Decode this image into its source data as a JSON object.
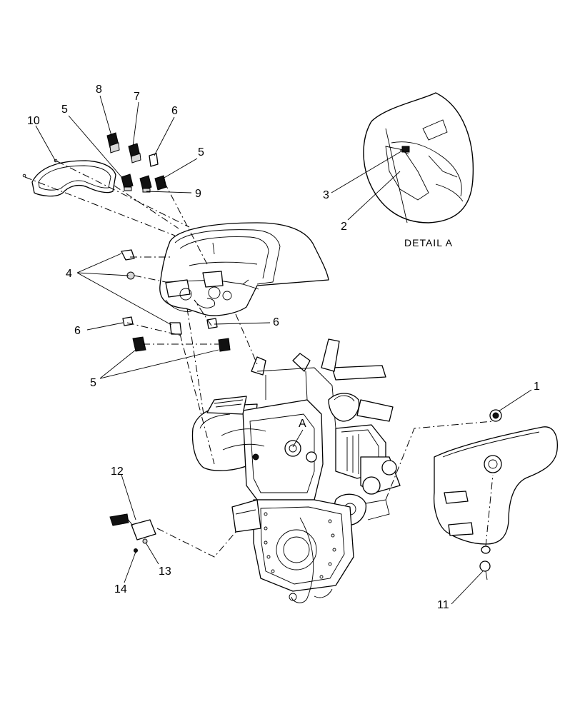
{
  "callouts": {
    "c1": "1",
    "c2": "2",
    "c3": "3",
    "c4": "4",
    "c5a": "5",
    "c5b": "5",
    "c5c": "5",
    "c6a": "6",
    "c6b": "6",
    "c6c": "6",
    "c7": "7",
    "c8": "8",
    "c9": "9",
    "c10": "10",
    "c11": "11",
    "c12": "12",
    "c13": "13",
    "c14": "14",
    "cA": "A"
  },
  "detail_caption": "DETAIL  A"
}
